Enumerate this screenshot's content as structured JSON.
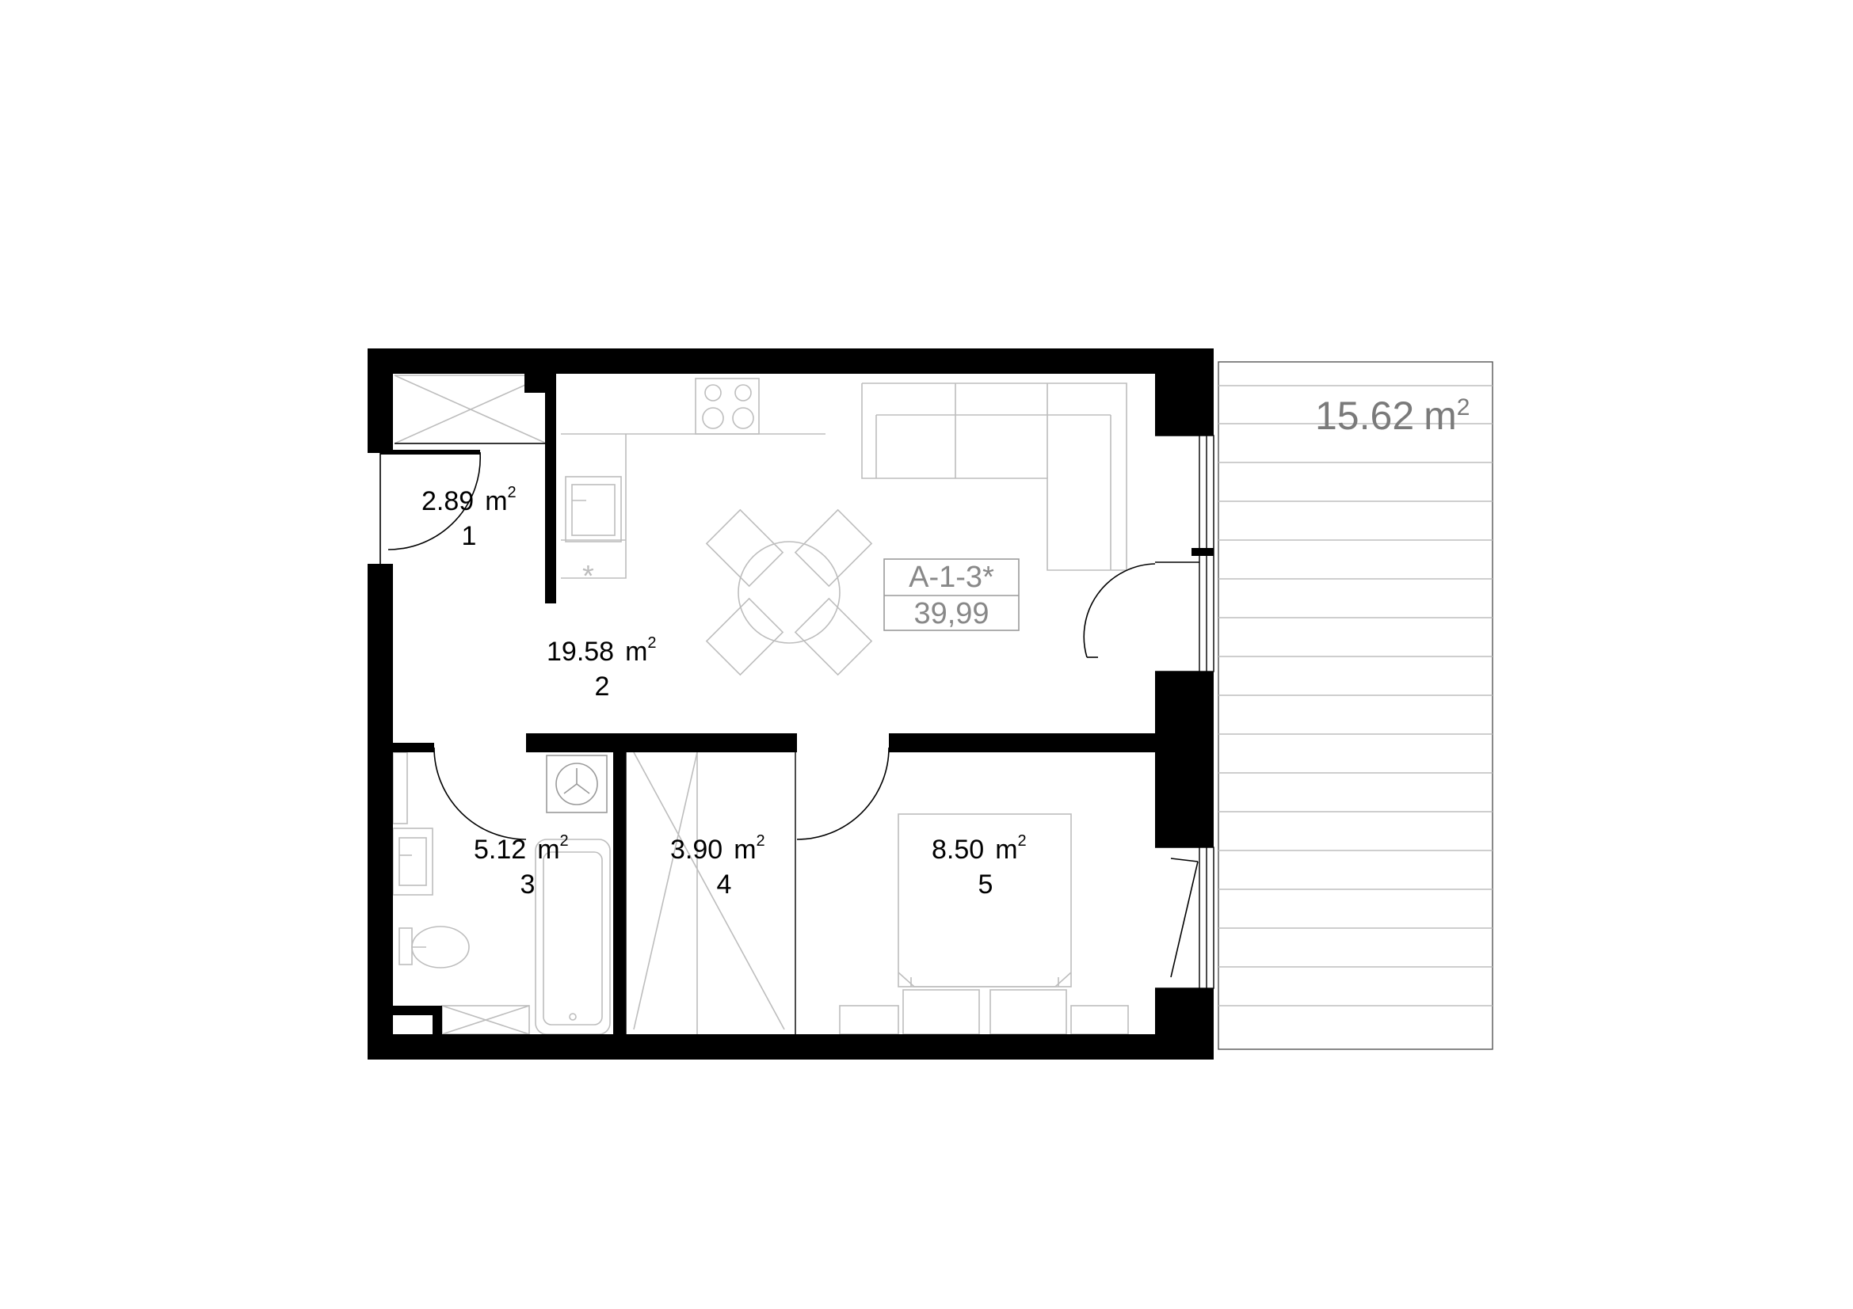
{
  "plan": {
    "unit_code": "A-1-3*",
    "unit_area": "39,99",
    "area_unit": "m",
    "area_exponent": "2",
    "terrace": {
      "area": "15.62"
    },
    "rooms": [
      {
        "number": "1",
        "area": "2.89"
      },
      {
        "number": "2",
        "area": "19.58"
      },
      {
        "number": "3",
        "area": "5.12"
      },
      {
        "number": "4",
        "area": "3.90"
      },
      {
        "number": "5",
        "area": "8.50"
      }
    ]
  }
}
